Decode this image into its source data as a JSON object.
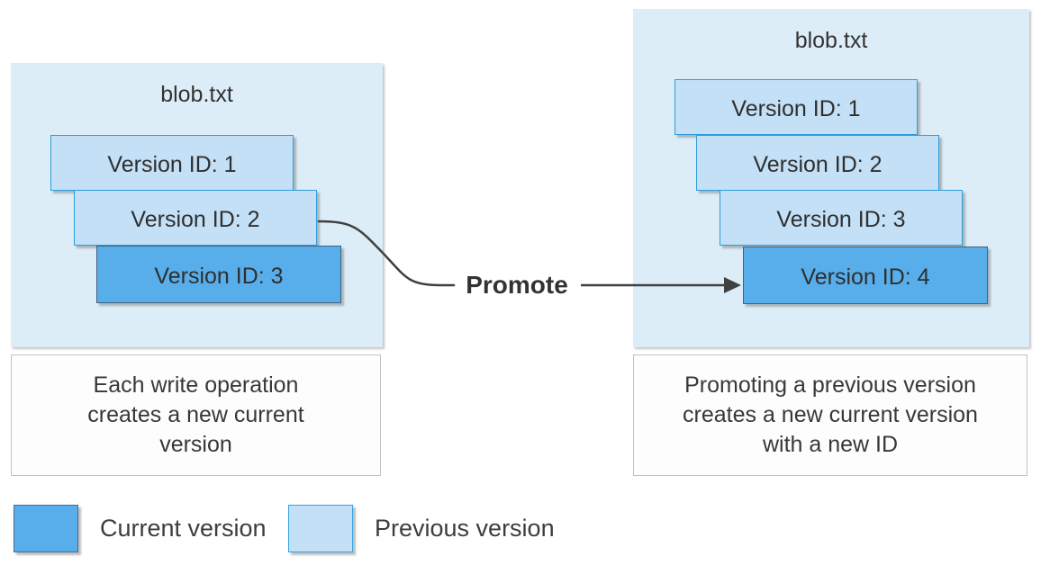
{
  "colors": {
    "panel_bg": "#dcedf8",
    "previous_fill": "#c3e0f6",
    "previous_border": "#2e9edb",
    "current_fill": "#58aeea",
    "current_border": "#44617e",
    "caption_bg": "#fdfdfd",
    "caption_border": "#c2c2c2",
    "text_dark": "#333333",
    "text_body": "#3d3d3d",
    "connector": "#404040"
  },
  "left_panel": {
    "title": "blob.txt",
    "versions": [
      {
        "label": "Version ID: 1",
        "state": "previous"
      },
      {
        "label": "Version ID: 2",
        "state": "previous"
      },
      {
        "label": "Version ID: 3",
        "state": "current"
      }
    ],
    "caption_lines": [
      "Each write operation",
      "creates a new current",
      "version"
    ]
  },
  "promote": {
    "label": "Promote"
  },
  "right_panel": {
    "title": "blob.txt",
    "versions": [
      {
        "label": "Version ID: 1",
        "state": "previous"
      },
      {
        "label": "Version ID: 2",
        "state": "previous"
      },
      {
        "label": "Version ID: 3",
        "state": "previous"
      },
      {
        "label": "Version ID: 4",
        "state": "current"
      }
    ],
    "caption_lines": [
      "Promoting a previous version",
      "creates a new current version",
      "with a new ID"
    ]
  },
  "legend": {
    "items": [
      {
        "label": "Current version"
      },
      {
        "label": "Previous version"
      }
    ]
  }
}
